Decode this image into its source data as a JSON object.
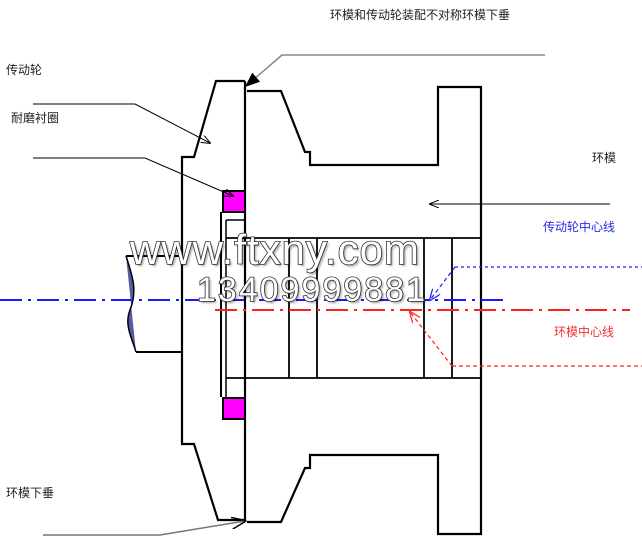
{
  "diagram": {
    "title": "环模和传动轮装配不对称环模下垂",
    "labels": {
      "drive_wheel": "传动轮",
      "wear_ring": "耐磨衬圈",
      "ring_die": "环模",
      "drive_wheel_centerline": "传动轮中心线",
      "ring_die_centerline": "环模中心线",
      "ring_die_sag": "环模下垂"
    },
    "watermark": {
      "line1": "www.ftxny.com",
      "line2": "13409999881"
    },
    "colors": {
      "outline": "#000000",
      "wear_ring_fill": "#ff00ff",
      "drive_centerline": "#1a1aff",
      "ring_centerline": "#ff2020",
      "shaft_break_fill": "#5a5aa0",
      "leader_gray": "#808080"
    }
  }
}
